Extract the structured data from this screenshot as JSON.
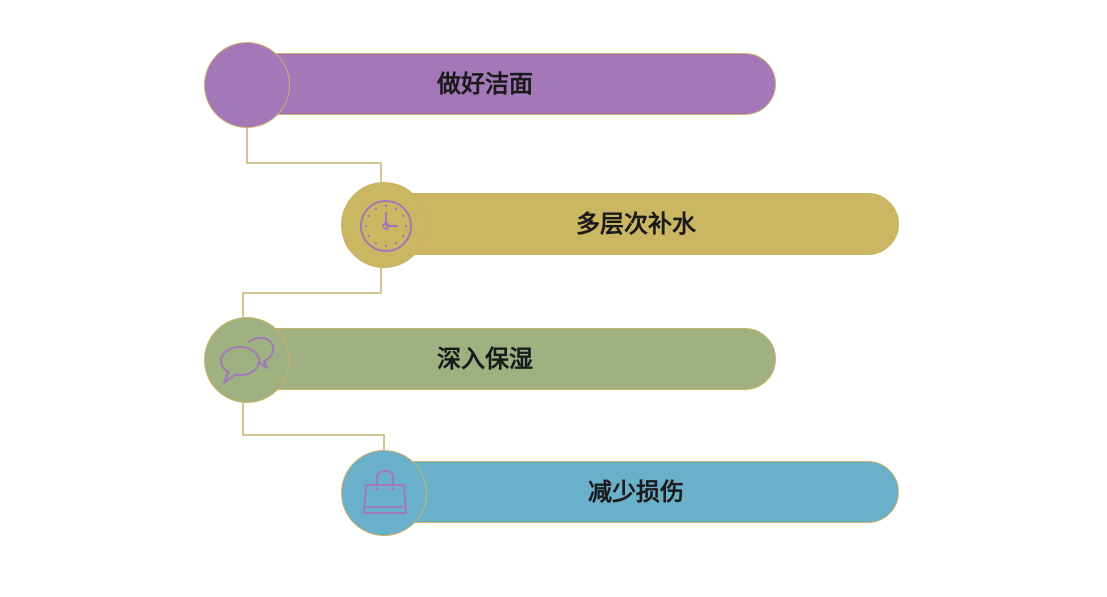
{
  "steps": [
    {
      "label": "做好洁面",
      "color": "#a377b8",
      "icon": "none"
    },
    {
      "label": "多层次补水",
      "color": "#cbb662",
      "icon": "clock-icon"
    },
    {
      "label": "深入保湿",
      "color": "#9fb081",
      "icon": "chat-bubbles-icon"
    },
    {
      "label": "减少损伤",
      "color": "#6bb0cb",
      "icon": "shopping-bag-icon"
    }
  ],
  "colors": {
    "connector": "#c9b26a",
    "icon_stroke": "#a377b8"
  }
}
